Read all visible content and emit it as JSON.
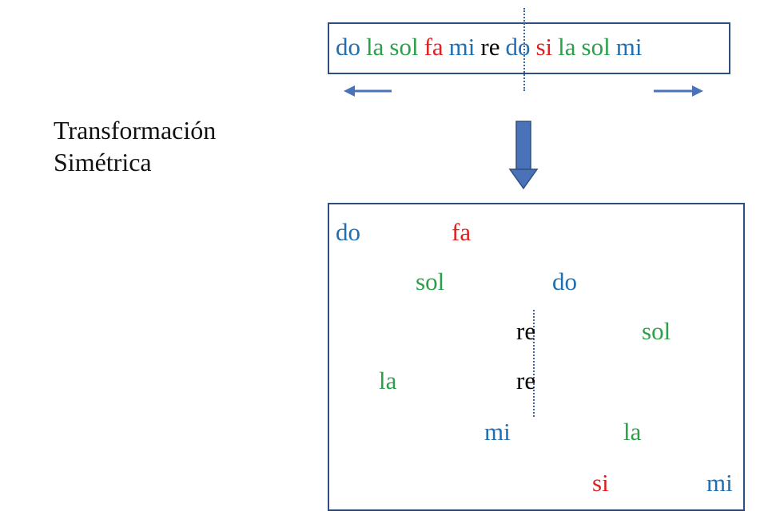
{
  "caption": {
    "line1": "Transformación",
    "line2": "Simétrica"
  },
  "colors": {
    "do": "#1f6fb4",
    "mi": "#1f6fb4",
    "la": "#2aa048",
    "sol": "#2aa048",
    "fa": "#e02020",
    "si": "#e02020",
    "re": "#000000",
    "frame": "#2f4f7f",
    "arrow": "#4a72b8"
  },
  "sequence": [
    {
      "text": "do",
      "color": "#1f6fb4"
    },
    {
      "text": "la",
      "color": "#2aa048"
    },
    {
      "text": "sol",
      "color": "#2aa048"
    },
    {
      "text": "fa",
      "color": "#e02020"
    },
    {
      "text": "mi",
      "color": "#1f6fb4"
    },
    {
      "text": "re",
      "color": "#000000"
    },
    {
      "text": "do",
      "color": "#1f6fb4"
    },
    {
      "text": "si",
      "color": "#e02020"
    },
    {
      "text": "la",
      "color": "#2aa048"
    },
    {
      "text": "sol",
      "color": "#2aa048"
    },
    {
      "text": "mi",
      "color": "#1f6fb4"
    }
  ],
  "result": {
    "n_do1": "do",
    "n_fa": "fa",
    "n_sol1": "sol",
    "n_do2": "do",
    "n_re1": "re",
    "n_sol2": "sol",
    "n_la1": "la",
    "n_re2": "re",
    "n_mi1": "mi",
    "n_la2": "la",
    "n_si": "si",
    "n_mi2": "mi"
  },
  "icons": {
    "left": "arrow-left-icon",
    "right": "arrow-right-icon",
    "down": "arrow-down-icon"
  }
}
